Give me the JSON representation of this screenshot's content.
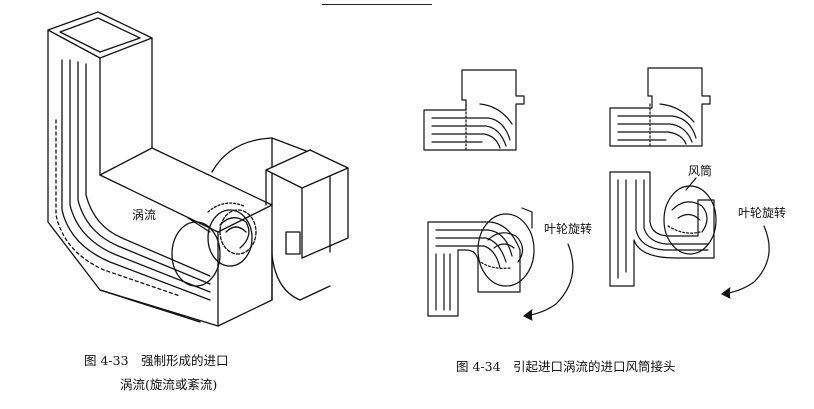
{
  "figure_33": {
    "label_vortex": "涡流",
    "caption_line1": "图 4-33　强制形成的进口",
    "caption_line2": "涡流(旋流或紊流)"
  },
  "figure_34": {
    "label_impeller_left": "叶轮旋转",
    "label_impeller_right": "叶轮旋转",
    "label_duct": "风筒",
    "caption": "图 4-34　引起进口涡流的进口风筒接头"
  },
  "colors": {
    "ink": "#111111",
    "paper": "#ffffff"
  }
}
